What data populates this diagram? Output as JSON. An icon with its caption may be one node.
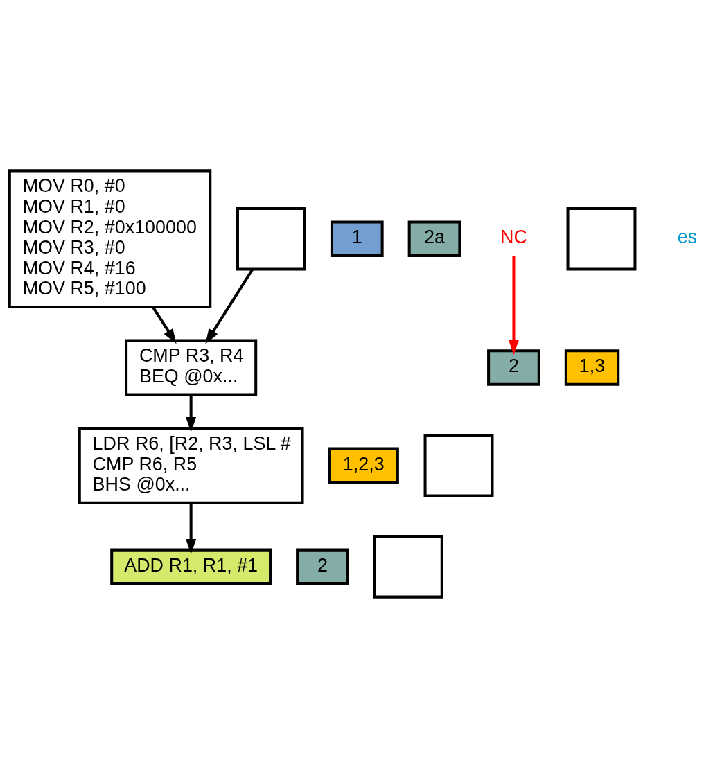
{
  "diagram": {
    "nodes": [
      {
        "text": [
          "MOV R0, #0",
          "MOV R1, #0",
          "MOV R2, #0x100000",
          "MOV R3, #0",
          "MOV R4, #16",
          "MOV R5, #100"
        ]
      },
      {
        "text": [
          "1"
        ]
      },
      {
        "text": [
          "CMP R3, R4",
          "BEQ @0x..."
        ]
      },
      {
        "text": [
          "LDR R6, [R2, R3, LSL #",
          "CMP R6, R5",
          "BHS @0x..."
        ]
      },
      {
        "text": [
          "1,2,3"
        ]
      },
      {
        "text": [
          "2a"
        ]
      },
      {
        "text": [
          "ADD R1, R1, #1"
        ]
      },
      {
        "text": [
          "2"
        ]
      },
      {
        "text": [
          "1,3"
        ]
      },
      {
        "text": [
          "2"
        ]
      },
      {
        "text": [
          "NC"
        ]
      },
      {
        "text": [],
        "shape": "box"
      },
      {
        "text": [],
        "shape": "box"
      },
      {
        "text": [],
        "shape": "box"
      },
      {
        "text": [],
        "shape": "box"
      }
    ],
    "edges": [
      {
        "from": 0,
        "to": 2,
        "arrow": "to"
      },
      {
        "from": 2,
        "to": 3,
        "arrow": "to"
      },
      {
        "from": 3,
        "to": 6,
        "arrow": "to"
      },
      {
        "from": 13,
        "to": 2,
        "arrow": "to"
      },
      {
        "from": 10,
        "to": 7,
        "arrow": "to",
        "color": "#ff0000"
      }
    ],
    "labels": [
      "es"
    ]
  }
}
